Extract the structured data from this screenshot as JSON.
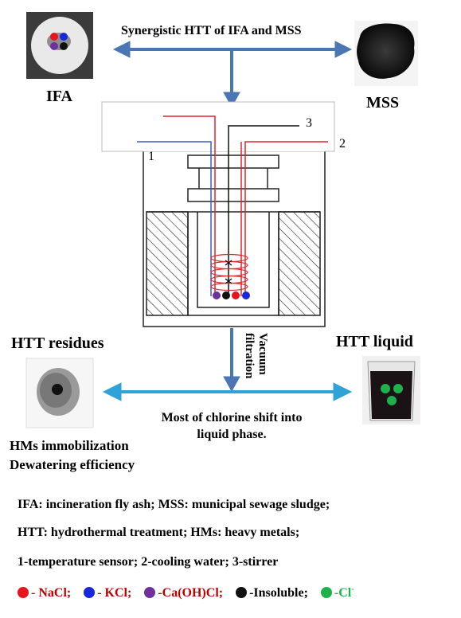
{
  "header": {
    "process_title": "Synergistic HTT of IFA and MSS"
  },
  "inputs": {
    "ifa_label": "IFA",
    "mss_label": "MSS"
  },
  "reactor": {
    "num_1": "1",
    "num_2": "2",
    "num_3": "3"
  },
  "step": {
    "filtration_line1": "Vacuum",
    "filtration_line2": "filtration"
  },
  "outputs": {
    "residues_title": "HTT residues",
    "liquid_title": "HTT liquid",
    "shift_line1": "Most of chlorine shift into",
    "shift_line2": "liquid phase.",
    "hms_immobilization": "HMs immobilization",
    "dewatering": "Dewatering efficiency"
  },
  "notes": {
    "line1": "IFA: incineration fly ash; MSS: municipal sewage sludge;",
    "line2": "HTT: hydrothermal treatment; HMs: heavy metals;",
    "line3": "1-temperature sensor; 2-cooling water; 3-stirrer"
  },
  "legend": [
    {
      "color": "#e8141c",
      "text": "- NaCl;",
      "text_color": "#c00000"
    },
    {
      "color": "#1428e0",
      "text": "- KCl;",
      "text_color": "#c00000"
    },
    {
      "color": "#7030a0",
      "text": "-Ca(OH)Cl;",
      "text_color": "#c00000"
    },
    {
      "color": "#111111",
      "text": "-Insoluble;",
      "text_color": "#000000"
    },
    {
      "color": "#1fb24a",
      "text": "-Cl",
      "sup": "-",
      "text_color": "#1fb24a"
    }
  ],
  "colors": {
    "arrow_blue": "#4a77b4",
    "arrow_cyan": "#2ea3d8",
    "red_wire": "#e0262a",
    "blue_wire": "#3a5bc8"
  }
}
